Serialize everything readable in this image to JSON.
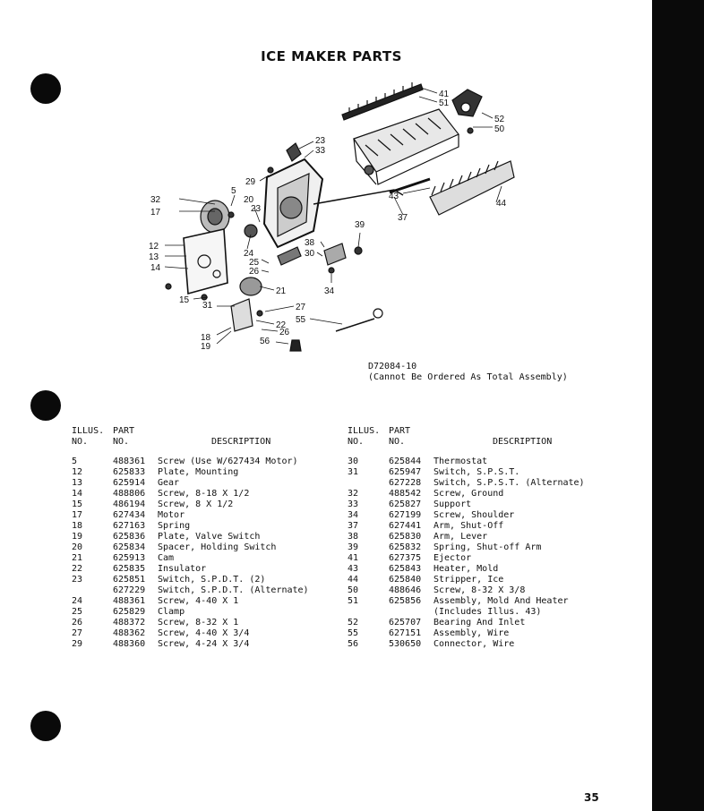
{
  "title": "ICE MAKER PARTS",
  "diagram": {
    "code": "D72084-10",
    "note": "(Cannot Be Ordered As Total  Assembly)",
    "callouts": [
      "41",
      "51",
      "52",
      "50",
      "23",
      "33",
      "29",
      "5",
      "20",
      "32",
      "17",
      "23",
      "43",
      "44",
      "37",
      "39",
      "12",
      "13",
      "14",
      "24",
      "25",
      "26",
      "38",
      "30",
      "15",
      "21",
      "34",
      "31",
      "27",
      "55",
      "22",
      "26",
      "18",
      "19",
      "56"
    ]
  },
  "table_headers": {
    "illus_line1": "ILLUS.",
    "illus_line2": "NO.",
    "part_line1": "PART",
    "part_line2": "NO.",
    "description": "DESCRIPTION"
  },
  "parts_left": [
    {
      "illus": "5",
      "part": "488361",
      "desc": "Screw (Use W/627434 Motor)"
    },
    {
      "illus": "12",
      "part": "625833",
      "desc": "Plate, Mounting"
    },
    {
      "illus": "13",
      "part": "625914",
      "desc": "Gear"
    },
    {
      "illus": "14",
      "part": "488806",
      "desc": "Screw, 8-18 X 1/2"
    },
    {
      "illus": "15",
      "part": "486194",
      "desc": "Screw, 8 X 1/2"
    },
    {
      "illus": "17",
      "part": "627434",
      "desc": "Motor"
    },
    {
      "illus": "18",
      "part": "627163",
      "desc": "Spring"
    },
    {
      "illus": "19",
      "part": "625836",
      "desc": "Plate, Valve Switch"
    },
    {
      "illus": "20",
      "part": "625834",
      "desc": "Spacer, Holding Switch"
    },
    {
      "illus": "21",
      "part": "625913",
      "desc": "Cam"
    },
    {
      "illus": "22",
      "part": "625835",
      "desc": "Insulator"
    },
    {
      "illus": "23",
      "part": "625851",
      "desc": "Switch, S.P.D.T. (2)"
    },
    {
      "illus": "",
      "part": "627229",
      "desc": "Switch, S.P.D.T. (Alternate)"
    },
    {
      "illus": "24",
      "part": "488361",
      "desc": "Screw, 4-40 X 1"
    },
    {
      "illus": "25",
      "part": "625829",
      "desc": "Clamp"
    },
    {
      "illus": "26",
      "part": "488372",
      "desc": "Screw, 8-32 X 1"
    },
    {
      "illus": "27",
      "part": "488362",
      "desc": "Screw, 4-40 X 3/4"
    },
    {
      "illus": "29",
      "part": "488360",
      "desc": "Screw, 4-24 X 3/4"
    }
  ],
  "parts_right": [
    {
      "illus": "30",
      "part": "625844",
      "desc": "Thermostat"
    },
    {
      "illus": "31",
      "part": "625947",
      "desc": "Switch, S.P.S.T."
    },
    {
      "illus": "",
      "part": "627228",
      "desc": "Switch, S.P.S.T. (Alternate)"
    },
    {
      "illus": "32",
      "part": "488542",
      "desc": "Screw, Ground"
    },
    {
      "illus": "33",
      "part": "625827",
      "desc": "Support"
    },
    {
      "illus": "34",
      "part": "627199",
      "desc": "Screw, Shoulder"
    },
    {
      "illus": "37",
      "part": "627441",
      "desc": "Arm, Shut-Off"
    },
    {
      "illus": "38",
      "part": "625830",
      "desc": "Arm, Lever"
    },
    {
      "illus": "39",
      "part": "625832",
      "desc": "Spring, Shut-off Arm"
    },
    {
      "illus": "41",
      "part": "627375",
      "desc": "Ejector"
    },
    {
      "illus": "43",
      "part": "625843",
      "desc": "Heater, Mold"
    },
    {
      "illus": "44",
      "part": "625840",
      "desc": "Stripper, Ice"
    },
    {
      "illus": "50",
      "part": "488646",
      "desc": "Screw, 8-32 X 3/8"
    },
    {
      "illus": "51",
      "part": "625856",
      "desc": "Assembly, Mold And Heater"
    },
    {
      "illus": "",
      "part": "",
      "desc": "(Includes Illus. 43)"
    },
    {
      "illus": "52",
      "part": "625707",
      "desc": "Bearing And Inlet"
    },
    {
      "illus": "55",
      "part": "627151",
      "desc": "Assembly, Wire"
    },
    {
      "illus": "56",
      "part": "530650",
      "desc": "Connector, Wire"
    }
  ],
  "page_number": "35"
}
